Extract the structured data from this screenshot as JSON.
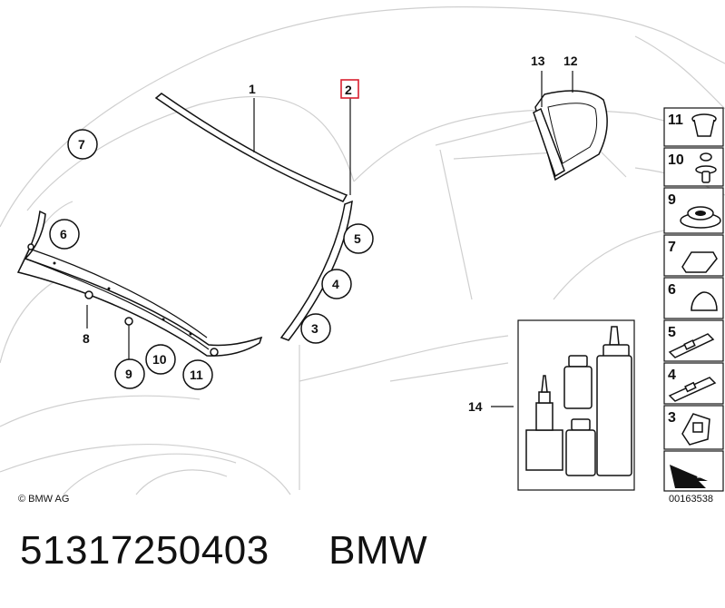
{
  "callouts": {
    "n1": "1",
    "n2": "2",
    "n3": "3",
    "n4": "4",
    "n5": "5",
    "n6": "6",
    "n7": "7",
    "n8": "8",
    "n9": "9",
    "n10": "10",
    "n11": "11",
    "n12": "12",
    "n13": "13",
    "n14": "14"
  },
  "side_parts": [
    "11",
    "10",
    "9",
    "7",
    "6",
    "5",
    "4",
    "3"
  ],
  "copyright": "© BMW AG",
  "diagram_number": "00163538",
  "footer": {
    "part_number": "51317250403",
    "brand": "BMW"
  }
}
